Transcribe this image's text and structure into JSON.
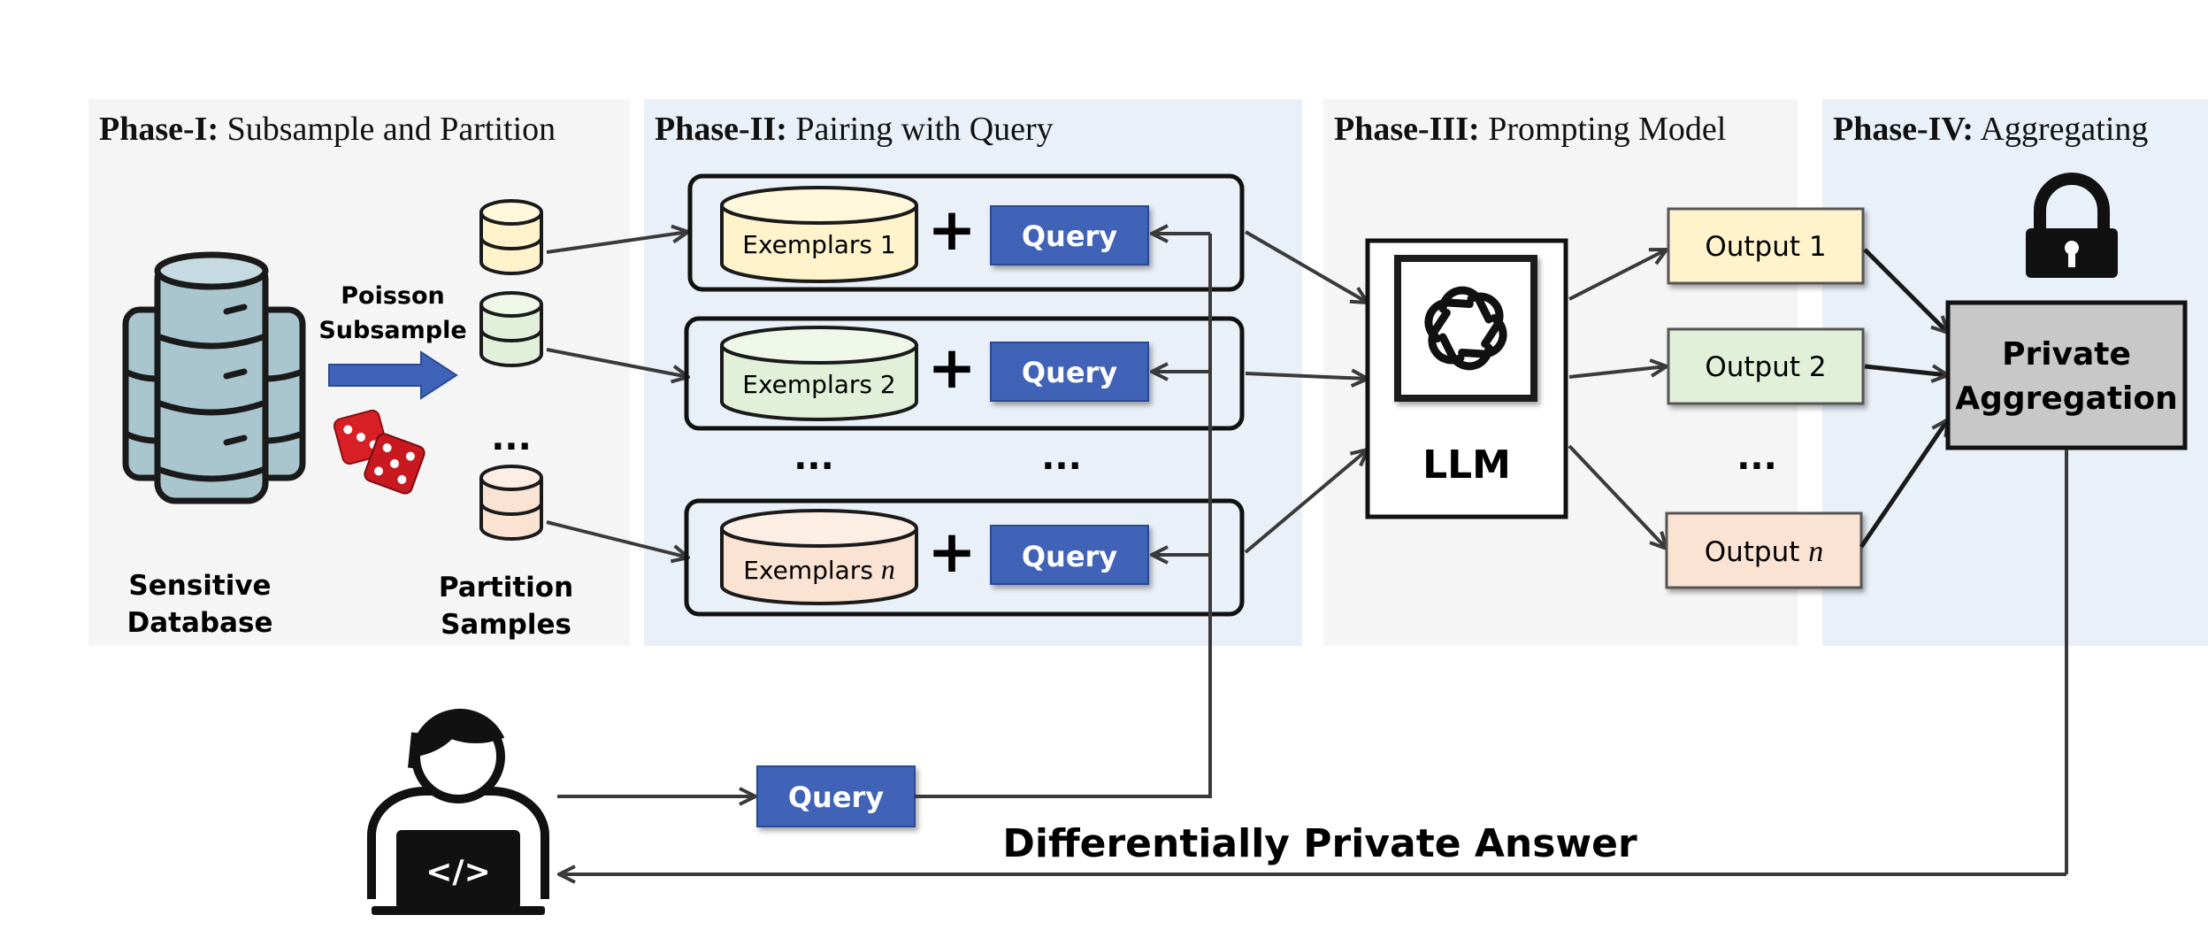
{
  "phases": [
    {
      "bold": "Phase-I:",
      "rest": " Subsample and Partition"
    },
    {
      "bold": "Phase-II:",
      "rest": " Pairing with Query"
    },
    {
      "bold": "Phase-III:",
      "rest": " Prompting Model"
    },
    {
      "bold": "Phase-IV:",
      "rest": " Aggregating"
    }
  ],
  "phase1": {
    "db_label_line1": "Sensitive",
    "db_label_line2": "Database",
    "subsample_line1": "Poisson",
    "subsample_line2": "Subsample",
    "partition_line1": "Partition",
    "partition_line2": "Samples",
    "ellipsis": "..."
  },
  "phase2": {
    "rows": [
      {
        "exemplar": "Exemplars 1",
        "query": "Query"
      },
      {
        "exemplar": "Exemplars 2",
        "query": "Query"
      },
      {
        "exemplar": "Exemplars ",
        "exemplar_var": "n",
        "query": "Query"
      }
    ],
    "plus": "+",
    "ellipsis": "..."
  },
  "phase3": {
    "llm_label": "LLM"
  },
  "outputs": {
    "items": [
      {
        "label": "Output 1"
      },
      {
        "label": "Output 2"
      },
      {
        "label": "Output ",
        "var": "n"
      }
    ],
    "ellipsis": "..."
  },
  "phase4": {
    "agg_line1": "Private",
    "agg_line2": "Aggregation"
  },
  "bottom": {
    "query": "Query",
    "answer": "Differentially Private Answer"
  },
  "colors": {
    "panel_gray": "#f5f5f5",
    "panel_blue": "#eaf0f8",
    "query_blue": "#3f63b8",
    "arrow": "#3a3a3a",
    "db_blue": "#a9c6cf",
    "yellow": "#fff3cc",
    "green": "#e2f0d9",
    "peach": "#fbe3d4",
    "agg_gray": "#c8c8c8",
    "dice_red": "#d91f26"
  }
}
